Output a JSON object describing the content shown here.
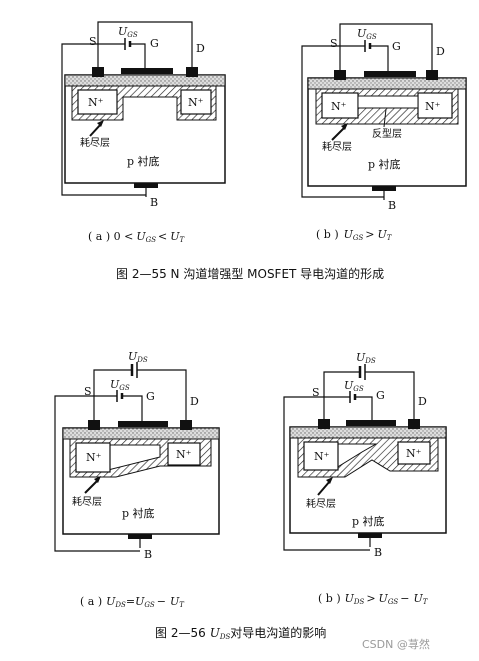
{
  "labels": {
    "source": "S",
    "gate": "G",
    "drain": "D",
    "body": "B",
    "n_plus": "N⁺",
    "depletion": "耗尽层",
    "inversion": "反型层",
    "substrate": "p 衬底",
    "u": "U",
    "gs_sub": "GS",
    "ds_sub": "DS",
    "t_sub": "T"
  },
  "figure1": {
    "caption": "图 2—55 N 沟道增强型 MOSFET 导电沟道的形成",
    "panel_a": {
      "prefix": "( a ) 0 <",
      "mid": "<"
    },
    "panel_b": {
      "prefix": "( b )",
      "mid": ">"
    }
  },
  "figure2": {
    "caption_prefix": "图 2—56",
    "caption_suffix": "对导电沟道的影响",
    "panel_a": {
      "prefix": "( a )",
      "eq": "=",
      "minus": "−"
    },
    "panel_b": {
      "prefix": "( b )",
      "gt": ">",
      "minus": "−"
    }
  },
  "watermark": "CSDN @荨然"
}
